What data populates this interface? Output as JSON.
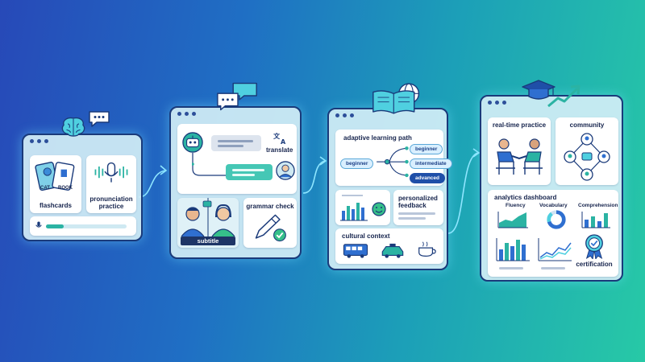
{
  "panel1": {
    "flashcard_cat": "CAT",
    "flashcard_book": "BOOK",
    "flashcards_label": "flashcards",
    "pronunciation_label_1": "pronunciation",
    "pronunciation_label_2": "practice"
  },
  "panel2": {
    "translate_label": "translate",
    "subtitle_label": "subtitle",
    "grammar_label": "grammar check"
  },
  "panel3": {
    "adaptive_title": "adaptive learning path",
    "levels": [
      "beginner",
      "beginner",
      "intermediate",
      "advanced"
    ],
    "feedback_label_1": "personalized",
    "feedback_label_2": "feedback",
    "cultural_label": "cultural context"
  },
  "panel4": {
    "realtime_label": "real-time practice",
    "community_label": "community",
    "analytics_title": "analytics dashboard",
    "fluency_label": "Fluency",
    "vocabulary_label": "Vocabulary",
    "comprehension_label": "Comprehension",
    "certification_label": "certification"
  },
  "colors": {
    "accent_teal": "#2bb3a3",
    "accent_blue": "#2f6fd0",
    "outline": "#1a3a7a",
    "green": "#36c08a"
  }
}
